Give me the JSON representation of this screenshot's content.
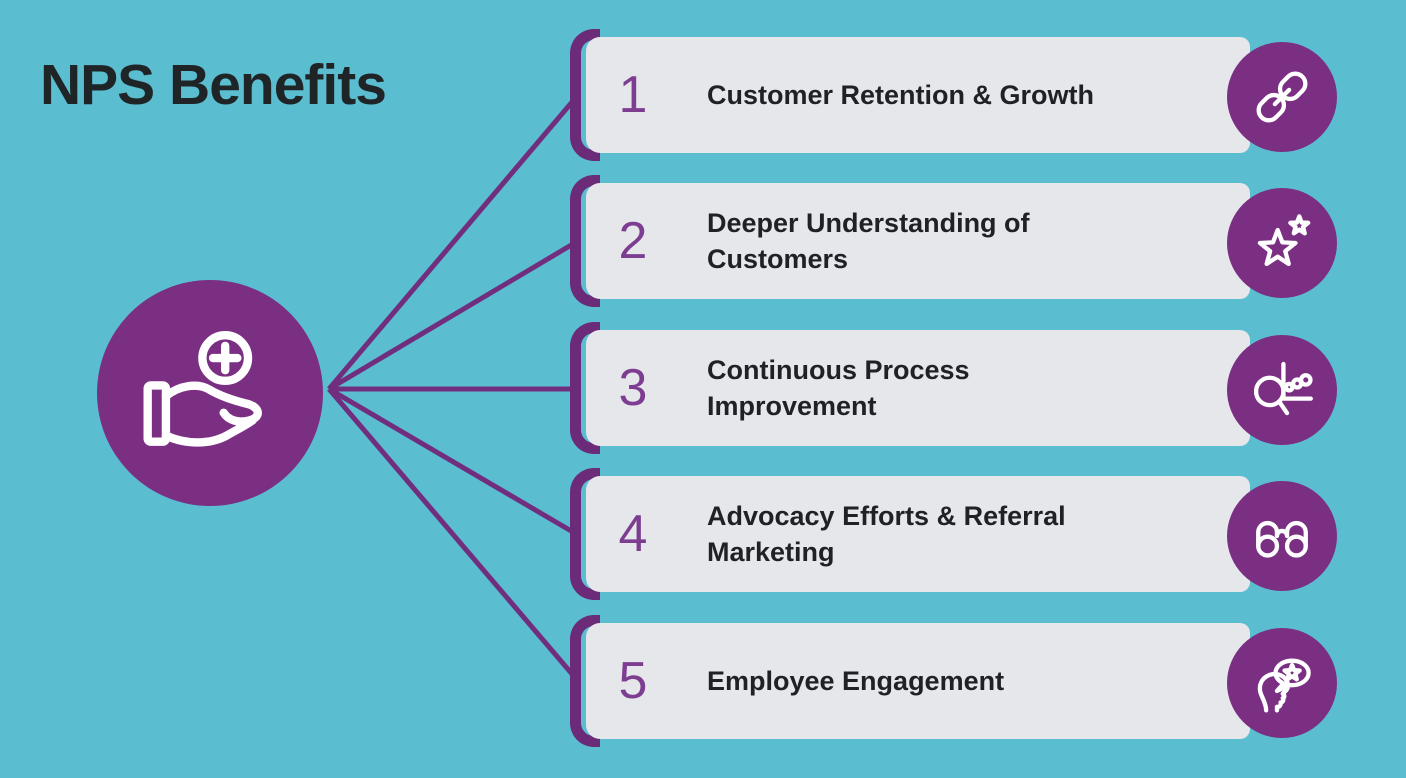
{
  "title": "NPS Benefits",
  "hub": {
    "icon": "hand-offering-plus-icon"
  },
  "items": [
    {
      "number": "1",
      "label": "Customer Retention & Growth",
      "icon": "chain-link-icon"
    },
    {
      "number": "2",
      "label": "Deeper Understanding of\nCustomers",
      "icon": "star-icon"
    },
    {
      "number": "3",
      "label": "Continuous Process\nImprovement",
      "icon": "magnifier-chart-icon"
    },
    {
      "number": "4",
      "label": "Advocacy Efforts & Referral\nMarketing",
      "icon": "binoculars-icon"
    },
    {
      "number": "5",
      "label": "Employee Engagement",
      "icon": "speech-bubble-star-icon"
    }
  ],
  "colors": {
    "background": "#5bbdd0",
    "card": "#e6e7eb",
    "circle_purple": "#7b2f83",
    "bracket_purple": "#6b2b78",
    "line_purple": "#712e7e",
    "number_purple": "#7d3e92",
    "text_dark": "#1f2224",
    "icon_white": "#ffffff"
  }
}
